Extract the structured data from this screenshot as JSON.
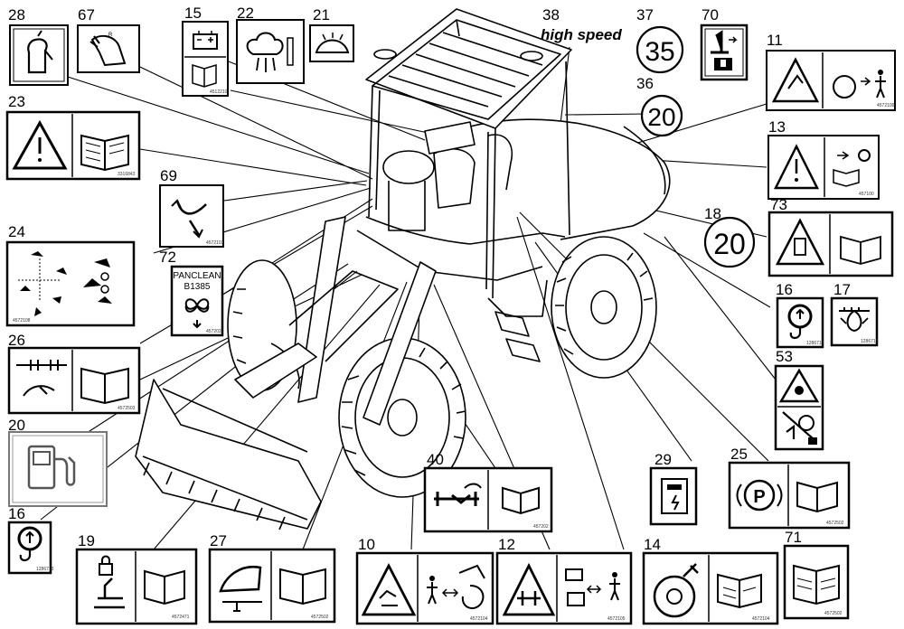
{
  "callouts": [
    {
      "id": "c28",
      "label": "28"
    },
    {
      "id": "c67",
      "label": "67"
    },
    {
      "id": "c15",
      "label": "15"
    },
    {
      "id": "c22",
      "label": "22"
    },
    {
      "id": "c21",
      "label": "21"
    },
    {
      "id": "c38",
      "label": "38"
    },
    {
      "id": "c37",
      "label": "37"
    },
    {
      "id": "c70",
      "label": "70"
    },
    {
      "id": "c11",
      "label": "11"
    },
    {
      "id": "c23",
      "label": "23"
    },
    {
      "id": "c36",
      "label": "36"
    },
    {
      "id": "c13",
      "label": "13"
    },
    {
      "id": "c69",
      "label": "69"
    },
    {
      "id": "c73",
      "label": "73"
    },
    {
      "id": "c24",
      "label": "24"
    },
    {
      "id": "c18",
      "label": "18"
    },
    {
      "id": "c72",
      "label": "72"
    },
    {
      "id": "c16a",
      "label": "16"
    },
    {
      "id": "c17",
      "label": "17"
    },
    {
      "id": "c26",
      "label": "26"
    },
    {
      "id": "c53",
      "label": "53"
    },
    {
      "id": "c20",
      "label": "20"
    },
    {
      "id": "c40",
      "label": "40"
    },
    {
      "id": "c29",
      "label": "29"
    },
    {
      "id": "c25",
      "label": "25"
    },
    {
      "id": "c16b",
      "label": "16"
    },
    {
      "id": "c19",
      "label": "19"
    },
    {
      "id": "c27",
      "label": "27"
    },
    {
      "id": "c10",
      "label": "10"
    },
    {
      "id": "c12",
      "label": "12"
    },
    {
      "id": "c14",
      "label": "14"
    },
    {
      "id": "c71",
      "label": "71"
    }
  ],
  "decals": {
    "high_speed": "high speed",
    "speed_35": "35",
    "speed_20_upper": "20",
    "speed_20_lower": "20",
    "panclean_line1": "PANCLEAN",
    "panclean_line2": "B1385",
    "parking_p": "P"
  },
  "part_numbers": {
    "p15": "4512210",
    "p11": "4572100",
    "p23": "3316843",
    "p13": "457100",
    "p69": "4572103",
    "p24": "4572108",
    "p72": "457202",
    "p16a": "1286713",
    "p17": "1286715",
    "p26": "4572503",
    "p40": "457202",
    "p25": "4572502",
    "p16b": "1286713",
    "p19": "4572471",
    "p27": "4572502",
    "p10": "4572104",
    "p12": "4572105",
    "p14": "4572104",
    "p71": "4572502"
  }
}
